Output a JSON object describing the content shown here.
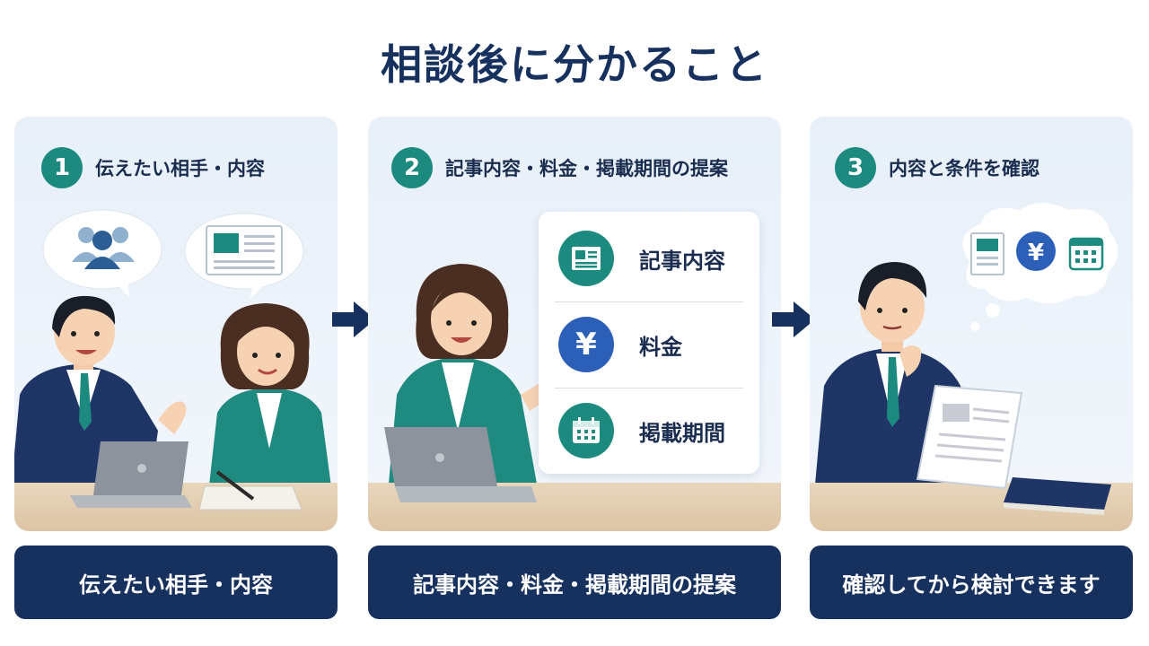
{
  "title": "相談後に分かること",
  "steps": [
    {
      "number": "1",
      "heading": "伝えたい相手・内容",
      "caption": "伝えたい相手・内容",
      "icons": [
        "people-icon",
        "document-icon"
      ]
    },
    {
      "number": "2",
      "heading": "記事内容・料金・掲載期間の提案",
      "caption": "記事内容・料金・掲載期間の提案",
      "items": [
        {
          "label": "記事内容",
          "icon": "article-icon"
        },
        {
          "label": "料金",
          "icon": "yen-icon",
          "symbol": "¥"
        },
        {
          "label": "掲載期間",
          "icon": "calendar-icon"
        }
      ]
    },
    {
      "number": "3",
      "heading": "内容と条件を確認",
      "caption": "確認してから検討できます",
      "icons": [
        "document-icon",
        "yen-icon",
        "calendar-icon"
      ],
      "yen_symbol": "¥"
    }
  ],
  "colors": {
    "navy": "#17315f",
    "teal": "#1d8a80",
    "blue": "#2b5fb8",
    "panel": "#eaf1f9"
  }
}
